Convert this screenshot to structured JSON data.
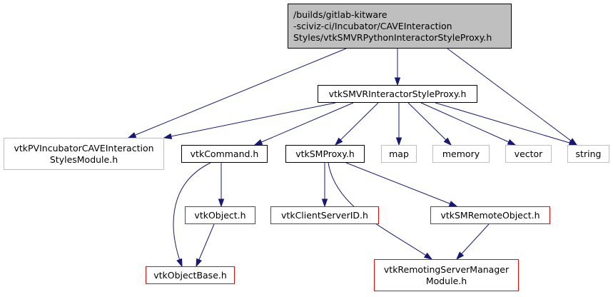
{
  "diagram": {
    "type": "include-dependency-graph",
    "edge_color": "#191970",
    "nodes": [
      {
        "id": "root",
        "label": "/builds/gitlab-kitware\n-sciviz-ci/Incubator/CAVEInteraction\nStyles/vtkSMVRPythonInteractorStyleProxy.h",
        "style": "root"
      },
      {
        "id": "interactorproxy",
        "label": "vtkSMVRInteractorStyleProxy.h",
        "style": "black"
      },
      {
        "id": "module",
        "label": "vtkPVIncubatorCAVEInteraction\nStylesModule.h",
        "style": "gray"
      },
      {
        "id": "command",
        "label": "vtkCommand.h",
        "style": "black"
      },
      {
        "id": "smproxy",
        "label": "vtkSMProxy.h",
        "style": "black"
      },
      {
        "id": "map",
        "label": "map",
        "style": "gray"
      },
      {
        "id": "memory",
        "label": "memory",
        "style": "gray"
      },
      {
        "id": "vector",
        "label": "vector",
        "style": "gray"
      },
      {
        "id": "string",
        "label": "string",
        "style": "gray"
      },
      {
        "id": "object",
        "label": "vtkObject.h",
        "style": "red"
      },
      {
        "id": "clientserverid",
        "label": "vtkClientServerID.h",
        "style": "red"
      },
      {
        "id": "remoteobject",
        "label": "vtkSMRemoteObject.h",
        "style": "red"
      },
      {
        "id": "objectbase",
        "label": "vtkObjectBase.h",
        "style": "red"
      },
      {
        "id": "remotingmodule",
        "label": "vtkRemotingServerManager\nModule.h",
        "style": "red"
      }
    ],
    "edges": [
      {
        "from": "root",
        "to": "module"
      },
      {
        "from": "root",
        "to": "interactorproxy"
      },
      {
        "from": "root",
        "to": "string"
      },
      {
        "from": "interactorproxy",
        "to": "module"
      },
      {
        "from": "interactorproxy",
        "to": "command"
      },
      {
        "from": "interactorproxy",
        "to": "smproxy"
      },
      {
        "from": "interactorproxy",
        "to": "map"
      },
      {
        "from": "interactorproxy",
        "to": "memory"
      },
      {
        "from": "interactorproxy",
        "to": "vector"
      },
      {
        "from": "interactorproxy",
        "to": "string"
      },
      {
        "from": "command",
        "to": "object"
      },
      {
        "from": "command",
        "to": "objectbase"
      },
      {
        "from": "object",
        "to": "objectbase"
      },
      {
        "from": "smproxy",
        "to": "clientserverid"
      },
      {
        "from": "smproxy",
        "to": "remoteobject"
      },
      {
        "from": "smproxy",
        "to": "remotingmodule"
      },
      {
        "from": "remoteobject",
        "to": "remotingmodule"
      }
    ]
  }
}
